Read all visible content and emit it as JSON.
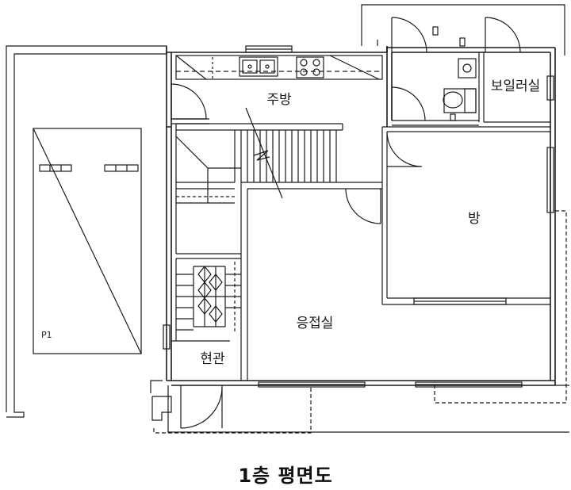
{
  "plan": {
    "rooms": {
      "kitchen": "주방",
      "boiler": "보일러실",
      "room": "방",
      "living": "응접실",
      "entrance": "현관"
    },
    "parking_label": "P1"
  },
  "title": "1층 평면도",
  "colors": {
    "line": "#1a1a1a",
    "background": "#ffffff"
  }
}
